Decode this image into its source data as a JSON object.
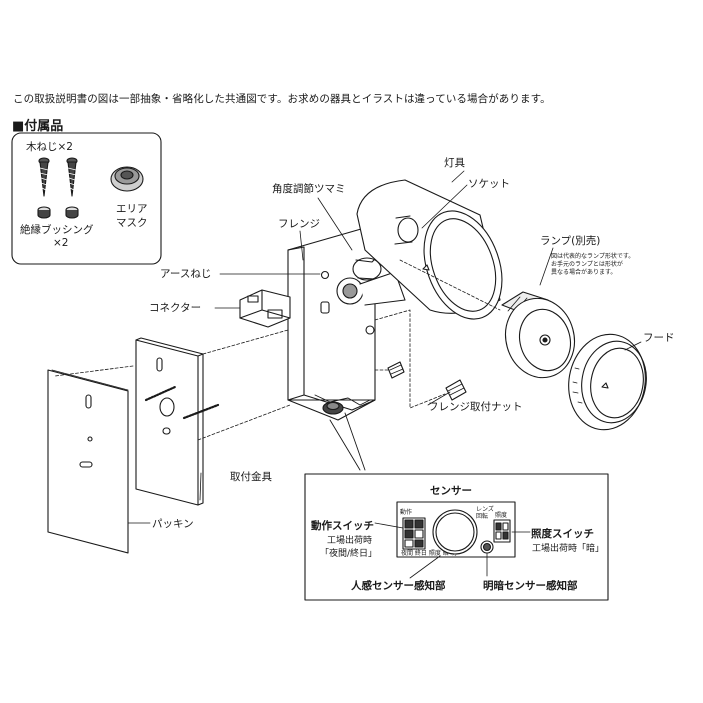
{
  "header": {
    "note": "この取扱説明書の図は一部抽象・省略化した共通図です。お求めの器具とイラストは違っている場合があります。",
    "section_title": "■付属品"
  },
  "accessories": {
    "screw": "木ねじ×2",
    "bushing_line1": "絶縁ブッシング",
    "bushing_line2": "×2",
    "mask_line1": "エリア",
    "mask_line2": "マスク"
  },
  "parts": {
    "fixture": "灯具",
    "socket": "ソケット",
    "angle_knob": "角度調節ツマミ",
    "flange": "フレンジ",
    "earth_screw": "アースねじ",
    "connector": "コネクター",
    "lamp": "ランプ(別売)",
    "lamp_note_1": "図は代表的なランプ形状です。",
    "lamp_note_2": "お手元のランプとは形状が",
    "lamp_note_3": "異なる場合があります。",
    "hood": "フード",
    "flange_nut": "フレンジ取付ナット",
    "bracket": "取付金具",
    "packing": "パッキン"
  },
  "sensor": {
    "title": "センサー",
    "op_switch": "動作スイッチ",
    "op_factory": "工場出荷時",
    "op_value": "「夜間/終日」",
    "lux_switch": "照度スイッチ",
    "lux_factory": "工場出荷時「暗」",
    "human_sensor": "人感センサー感知部",
    "light_sensor": "明暗センサー感知部",
    "panel_op": "動作",
    "panel_lens": "レンズ",
    "panel_lens2": "回転",
    "panel_lux": "照度",
    "panel_bottom": "夜間 終日 照度 暗 明"
  }
}
